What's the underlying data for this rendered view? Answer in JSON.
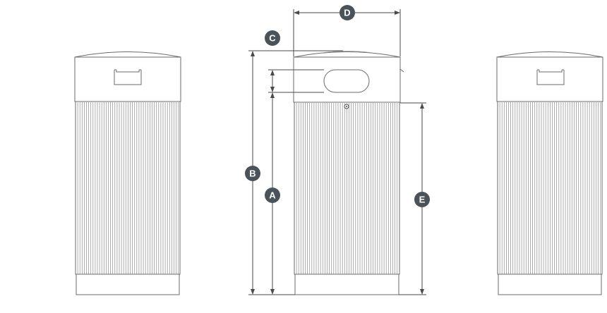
{
  "diagram": {
    "dimension_labels": {
      "a": "A",
      "b": "B",
      "c": "C",
      "d": "D",
      "e": "E"
    },
    "colors": {
      "line": "#6b6b6b",
      "dimension_line": "#4a4a4a",
      "badge_fill": "#4a525a",
      "badge_text": "#ffffff",
      "background": "#ffffff"
    },
    "views": [
      "left-view",
      "front-view",
      "right-view"
    ]
  }
}
